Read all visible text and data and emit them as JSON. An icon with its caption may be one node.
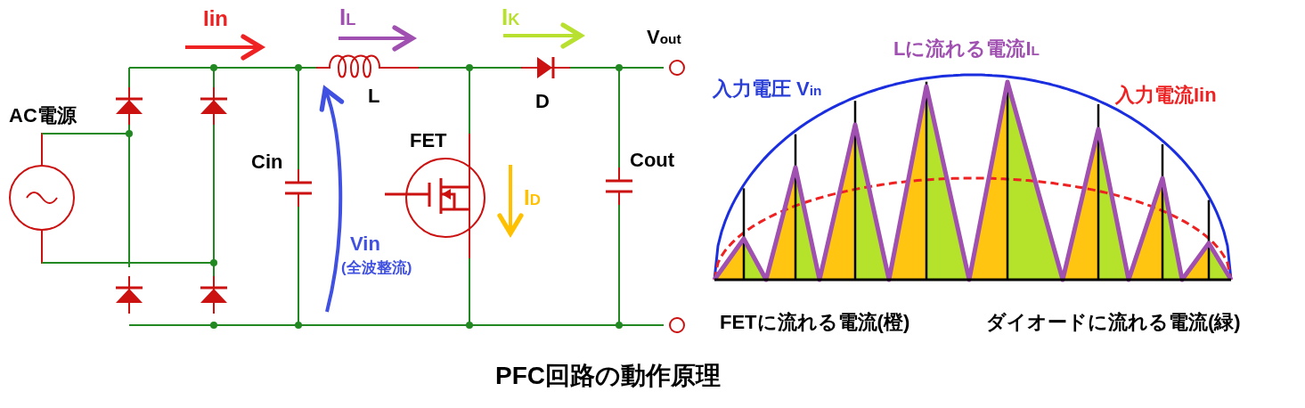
{
  "diagram": {
    "title": "PFC回路の動作原理",
    "labels": [
      "Iin",
      "I$_{L}$",
      "I$_{K}$",
      "V$_{out}$",
      "Lに流れる電流I$_{L}$",
      "入力電圧 V$_{in}$",
      "入力電流Iin",
      "AC電源",
      "L",
      "D",
      "FET",
      "Cin",
      "Cout",
      "I$_{D}$",
      "Vin",
      "(全波整流)",
      "FETに流れる電流(橙)",
      "ダイオードに流れる電流(緑)"
    ]
  }
}
